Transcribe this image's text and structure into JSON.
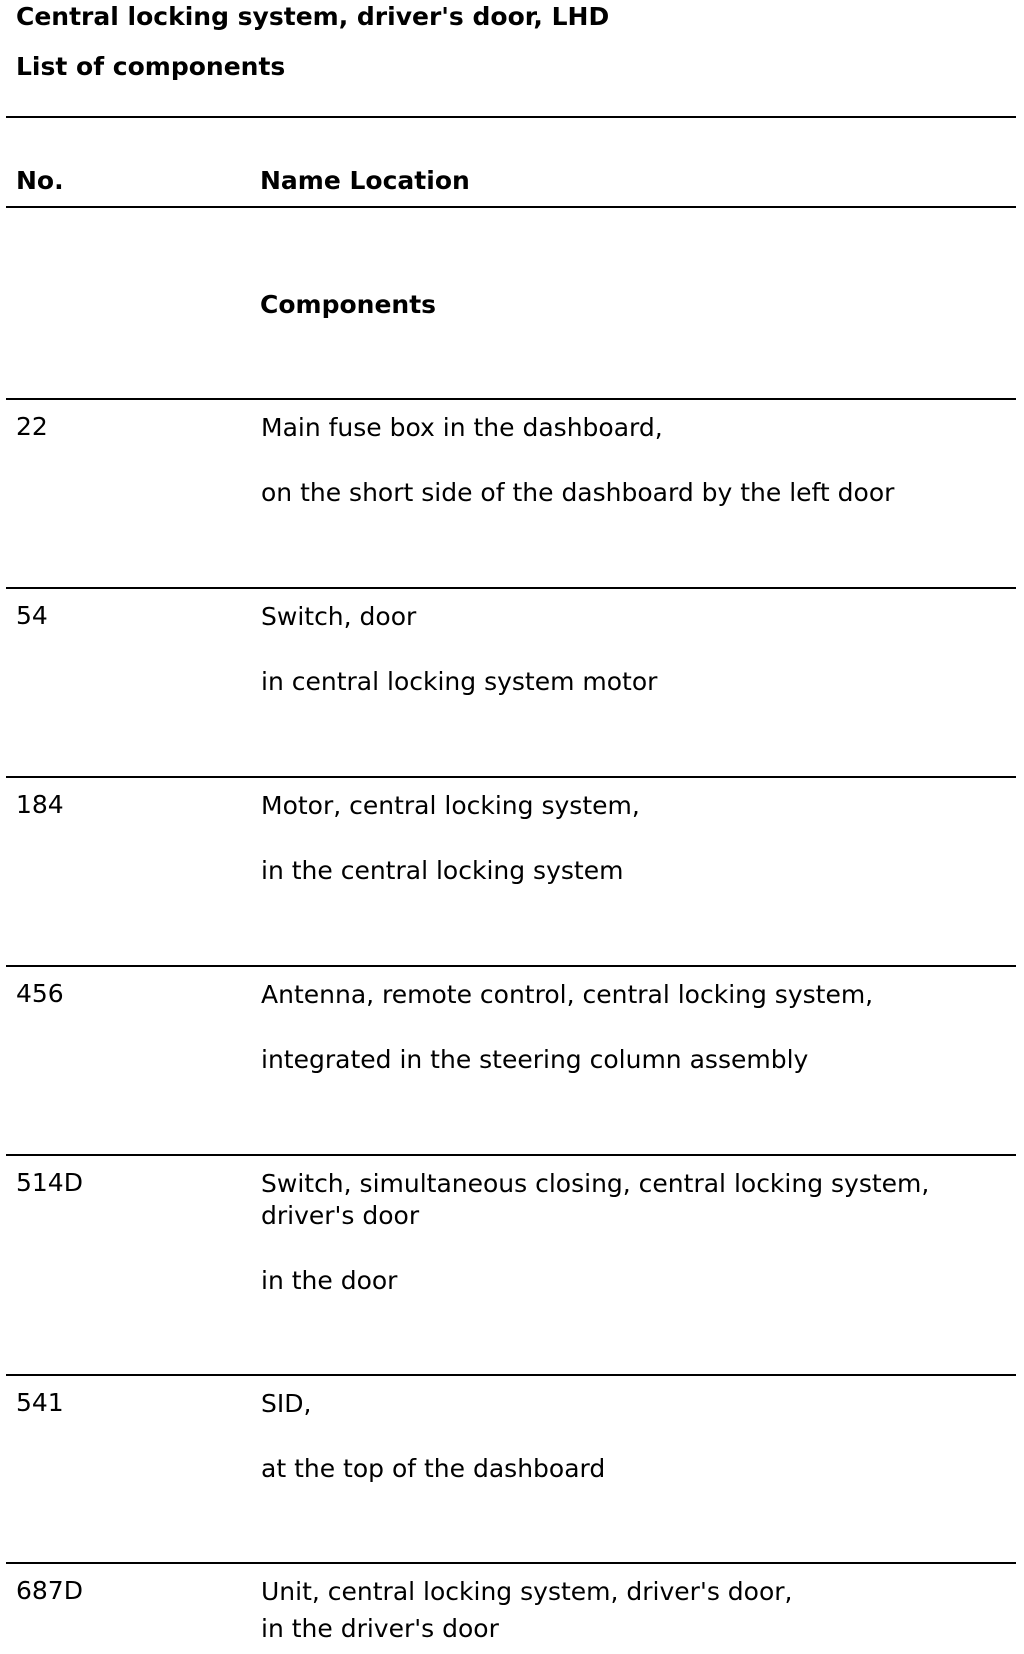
{
  "title": "Central locking system, driver's door, LHD",
  "subtitle": "List of components",
  "table": {
    "col_no": "No.",
    "col_name": "Name Location",
    "section": "Components",
    "rows": [
      {
        "no": "22",
        "name": "Main fuse box in the dashboard,",
        "location": "on the short side of the dashboard by the left door"
      },
      {
        "no": "54",
        "name": "Switch, door",
        "location": "in central locking system motor"
      },
      {
        "no": "184",
        "name": "Motor, central locking system,",
        "location": "in the central locking system"
      },
      {
        "no": "456",
        "name": "Antenna, remote control, central locking system,",
        "location": "integrated in the steering column assembly"
      },
      {
        "no": "514D",
        "name": "Switch, simultaneous closing, central locking system, driver's door",
        "location": "in the door"
      },
      {
        "no": "541",
        "name": "SID,",
        "location": "at the top of the dashboard"
      },
      {
        "no": "687D",
        "name": "Unit, central locking system, driver's door,",
        "location": "in the driver's door"
      }
    ]
  }
}
